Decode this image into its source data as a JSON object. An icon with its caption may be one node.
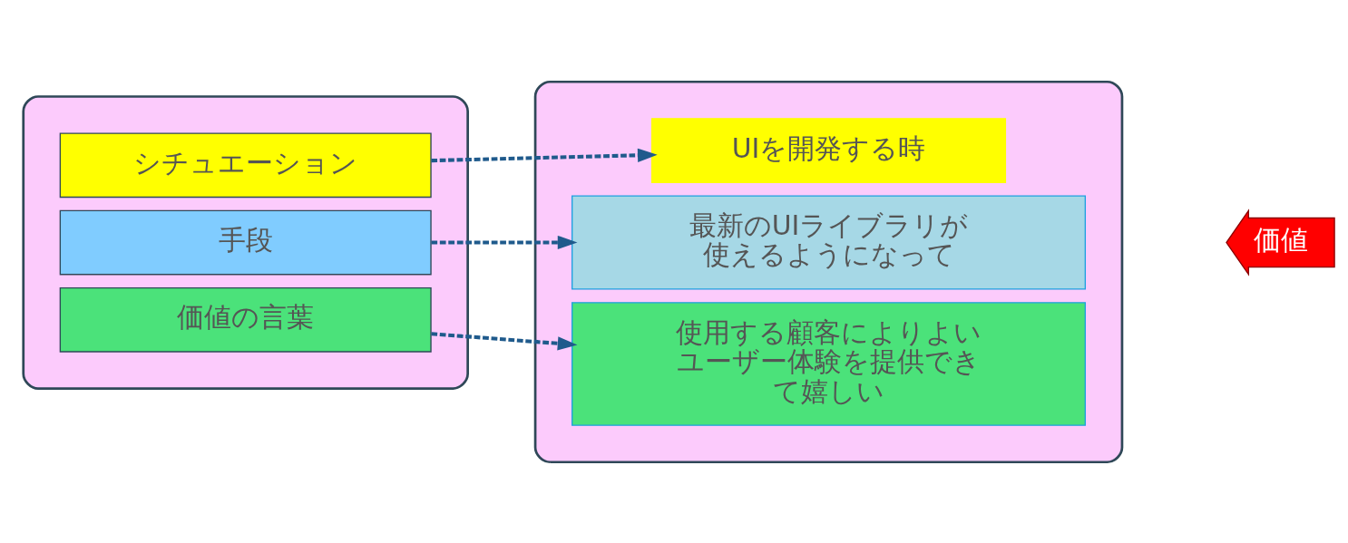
{
  "diagram": {
    "nodes": [
      {
        "text": [],
        "shape": "card"
      },
      {
        "text": [
          "シチュエーション"
        ],
        "in": 0
      },
      {
        "text": [
          "手段"
        ],
        "in": 0
      },
      {
        "text": [
          "価値の言葉"
        ],
        "in": 0
      },
      {
        "text": [],
        "shape": "card"
      },
      {
        "text": [
          "UIを開発する時"
        ],
        "in": 4
      },
      {
        "text": [
          "最新のUIライブラリが使えるようになって"
        ],
        "in": 4
      },
      {
        "text": [
          "使用する顧客によりよいユーザー体験を提供できて嬉しい"
        ],
        "in": 4
      },
      {
        "text": [
          "価値"
        ]
      }
    ],
    "edges": [
      {
        "from": 1,
        "to": 5,
        "arrow": "to",
        "style": "dashed"
      },
      {
        "from": 2,
        "to": 6,
        "arrow": "to",
        "style": "dashed"
      },
      {
        "from": 3,
        "to": 7,
        "arrow": "to",
        "style": "dashed"
      }
    ]
  }
}
